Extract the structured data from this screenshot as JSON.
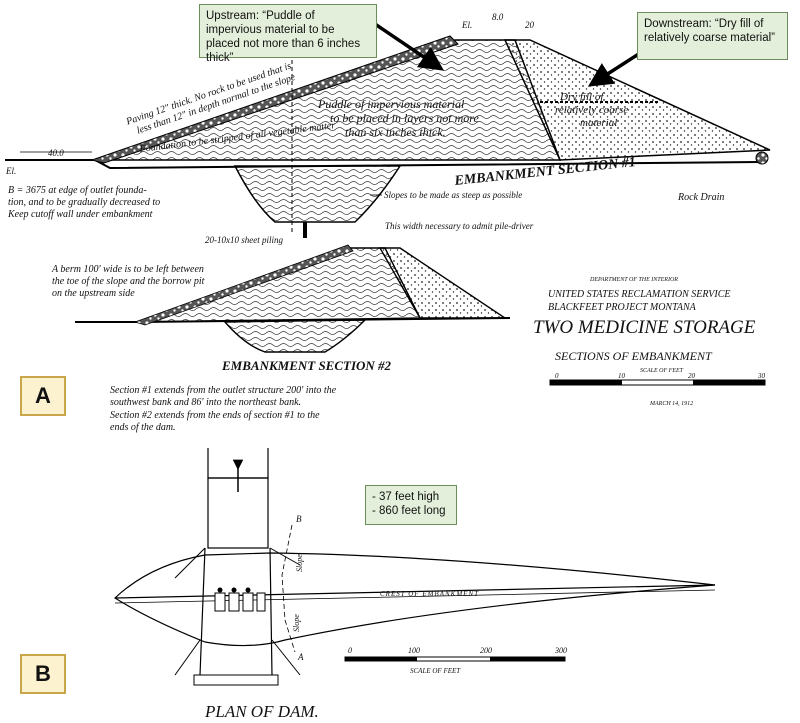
{
  "callouts": {
    "upstream": "Upstream: “Puddle of impervious material to be placed not more than 6 inches thick”",
    "downstream": "Downstream: “Dry fill of relatively coarse material”",
    "dimensions": [
      "- 37 feet high",
      "- 860 feet long"
    ]
  },
  "panels": {
    "a": "A",
    "b": "B"
  },
  "section1": {
    "title": "EMBANKMENT SECTION #1",
    "paving_note_1": "Paving 12\" thick. No rock to be used that is",
    "paving_note_2": "less than 12\" in depth normal to the slope",
    "puddle_note_1": "Puddle of impervious material",
    "puddle_note_2": "to be placed in layers not more",
    "puddle_note_3": "than six inches thick.",
    "dry_fill_1": "Dry fill of",
    "dry_fill_2": "relatively coarse",
    "dry_fill_3": "material",
    "foundation_note": "Foundation to be stripped of all vegetable matter",
    "base_note_1": "B = 3675 at edge of outlet founda-",
    "base_note_2": "tion, and to be gradually decreased to",
    "base_note_3": "Keep cutoff wall under embankment",
    "slopes_note": "Slopes to be made as steep as possible",
    "width_note": "This width necessary to admit pile-driver",
    "sheet_piling": "20-10x10 sheet piling",
    "rock_drain": "Rock Drain",
    "crest_width_1": "8.0",
    "crest_width_2": "20",
    "toe_dim": "40.0",
    "elev": "El."
  },
  "section2": {
    "title": "EMBANKMENT SECTION #2",
    "berm_note_1": "A berm 100' wide is to be left between",
    "berm_note_2": "the toe of the slope and the borrow pit",
    "berm_note_3": "on the upstream side"
  },
  "notes": {
    "line1": "Section #1 extends from the outlet structure 200' into the",
    "line2": "southwest bank and 86' into the northeast bank.",
    "line3": "Section #2 extends from the ends of section #1 to the",
    "line4": "ends of the dam."
  },
  "title_block": {
    "dept": "DEPARTMENT OF THE INTERIOR",
    "service": "UNITED STATES RECLAMATION SERVICE",
    "project": "BLACKFEET PROJECT MONTANA",
    "main_title": "TWO MEDICINE STORAGE",
    "subtitle": "SECTIONS OF EMBANKMENT",
    "scale_label": "SCALE OF FEET",
    "scale_ticks": [
      "0",
      "10",
      "20",
      "30"
    ],
    "date": "MARCH 14, 1912"
  },
  "plan": {
    "title": "PLAN OF DAM.",
    "crest_label": "CREST OF EMBANKMENT",
    "slope_label_1": "Slope",
    "slope_label_2": "Slope",
    "section_a": "A",
    "section_b": "B",
    "scale_label": "SCALE OF FEET",
    "scale_ticks": [
      "0",
      "100",
      "200",
      "300"
    ]
  }
}
